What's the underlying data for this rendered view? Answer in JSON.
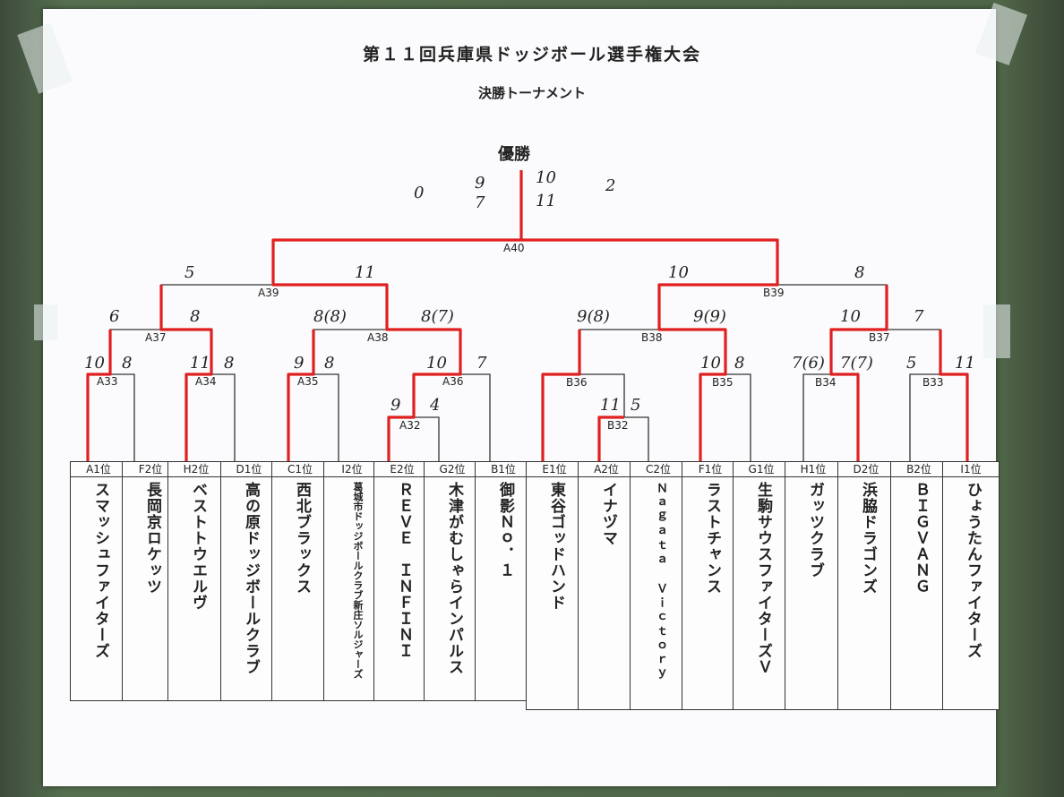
{
  "title": "第１１回兵庫県ドッジボール選手権大会",
  "subtitle": "決勝トーナメント",
  "winner_label": "優勝",
  "colors": {
    "winner_line": "#e02020",
    "bracket_line": "#333333"
  },
  "teams": [
    {
      "seed": "A1位",
      "name": "スマッシュファイターズ"
    },
    {
      "seed": "F2位",
      "name": "長岡京ロケッツ"
    },
    {
      "seed": "H2位",
      "name": "ベストトウエルヴ"
    },
    {
      "seed": "D1位",
      "name": "高の原ドッジボールクラブ"
    },
    {
      "seed": "C1位",
      "name": "西北ブラックス"
    },
    {
      "seed": "I2位",
      "name": "葛城市ドッジボールクラブ新庄ソルジャーズ"
    },
    {
      "seed": "E2位",
      "name": "ＲＥＶＥ　ＩＮＦＩＮＩ"
    },
    {
      "seed": "G2位",
      "name": "木津がむしゃらインパルス"
    },
    {
      "seed": "B1位",
      "name": "御影Ｎｏ．１"
    },
    {
      "seed": "E1位",
      "name": "東谷ゴッドハンド"
    },
    {
      "seed": "A2位",
      "name": "イナヅマ"
    },
    {
      "seed": "C2位",
      "name": "Ｎａｇａｔａ　Ｖｉｃｔｏｒｙ"
    },
    {
      "seed": "F1位",
      "name": "ラストチャンス"
    },
    {
      "seed": "G1位",
      "name": "生駒サウスファイターズＶ"
    },
    {
      "seed": "H1位",
      "name": "ガッツクラブ"
    },
    {
      "seed": "D2位",
      "name": "浜脇ドラゴンズ"
    },
    {
      "seed": "B2位",
      "name": "ＢＩＧＶＡＮＧ"
    },
    {
      "seed": "I1位",
      "name": "ひょうたんファイターズ"
    }
  ],
  "matches": {
    "A33": "A33",
    "A34": "A34",
    "A35": "A35",
    "A36": "A36",
    "A32": "A32",
    "A37": "A37",
    "A38": "A38",
    "A39": "A39",
    "A40": "A40",
    "B36": "B36",
    "B32": "B32",
    "B35": "B35",
    "B34": "B34",
    "B33": "B33",
    "B38": "B38",
    "B37": "B37",
    "B39": "B39"
  },
  "scores": {
    "a33_l": "10",
    "a33_r": "8",
    "a34_l": "11",
    "a34_r": "8",
    "a35_l": "9",
    "a35_r": "8",
    "a32_l": "9",
    "a32_r": "4",
    "a36_l": "10",
    "a36_r": "7",
    "a37_l": "6",
    "a37_r": "8",
    "a38_l": "8(8)",
    "a38_r": "8(7)",
    "a39_l": "5",
    "a39_r": "11",
    "b36_l": "11",
    "b36_r": "5",
    "b35_l": "10",
    "b35_r": "8",
    "b34_l": "7(6)",
    "b34_r": "7(7)",
    "b33_l": "5",
    "b33_r": "11",
    "b38_l": "9(8)",
    "b38_r": "9(9)",
    "b37_l": "10",
    "b37_r": "7",
    "b39_l": "10",
    "b39_r": "8",
    "final_1": "0",
    "final_2": "9",
    "final_3": "7",
    "final_4": "10",
    "final_5": "11",
    "final_6": "2"
  }
}
